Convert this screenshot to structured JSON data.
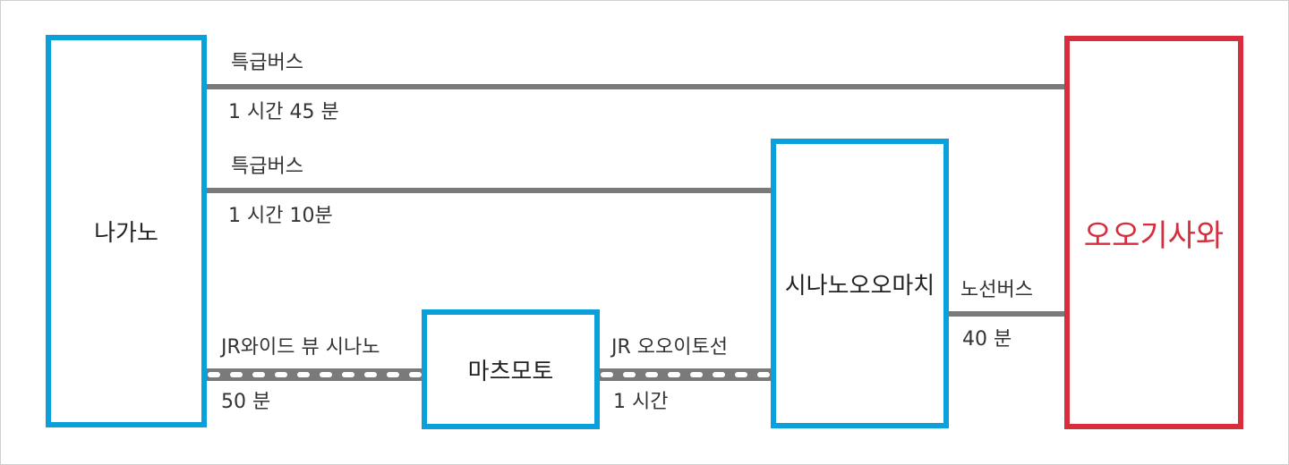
{
  "colors": {
    "station_border": "#0aa0dc",
    "destination": "#d62e3c",
    "route_line": "#7a7a7a"
  },
  "stations": {
    "nagano": "나가노",
    "matsumoto": "마츠모토",
    "shinano_omachi": "시나노오오마치",
    "ogisawa": "오오기사와"
  },
  "routes": {
    "express_to_ogisawa": {
      "type": "특급버스",
      "time": "1 시간 45 분"
    },
    "express_to_omachi": {
      "type": "특급버스",
      "time": "1 시간 10분"
    },
    "jr_wide_view": {
      "type": "JR와이드 뷰 시나노",
      "time": "50 분"
    },
    "jr_oito": {
      "type": "JR 오오이토선",
      "time": "1 시간"
    },
    "local_bus": {
      "type": "노선버스",
      "time": "40 분"
    }
  }
}
